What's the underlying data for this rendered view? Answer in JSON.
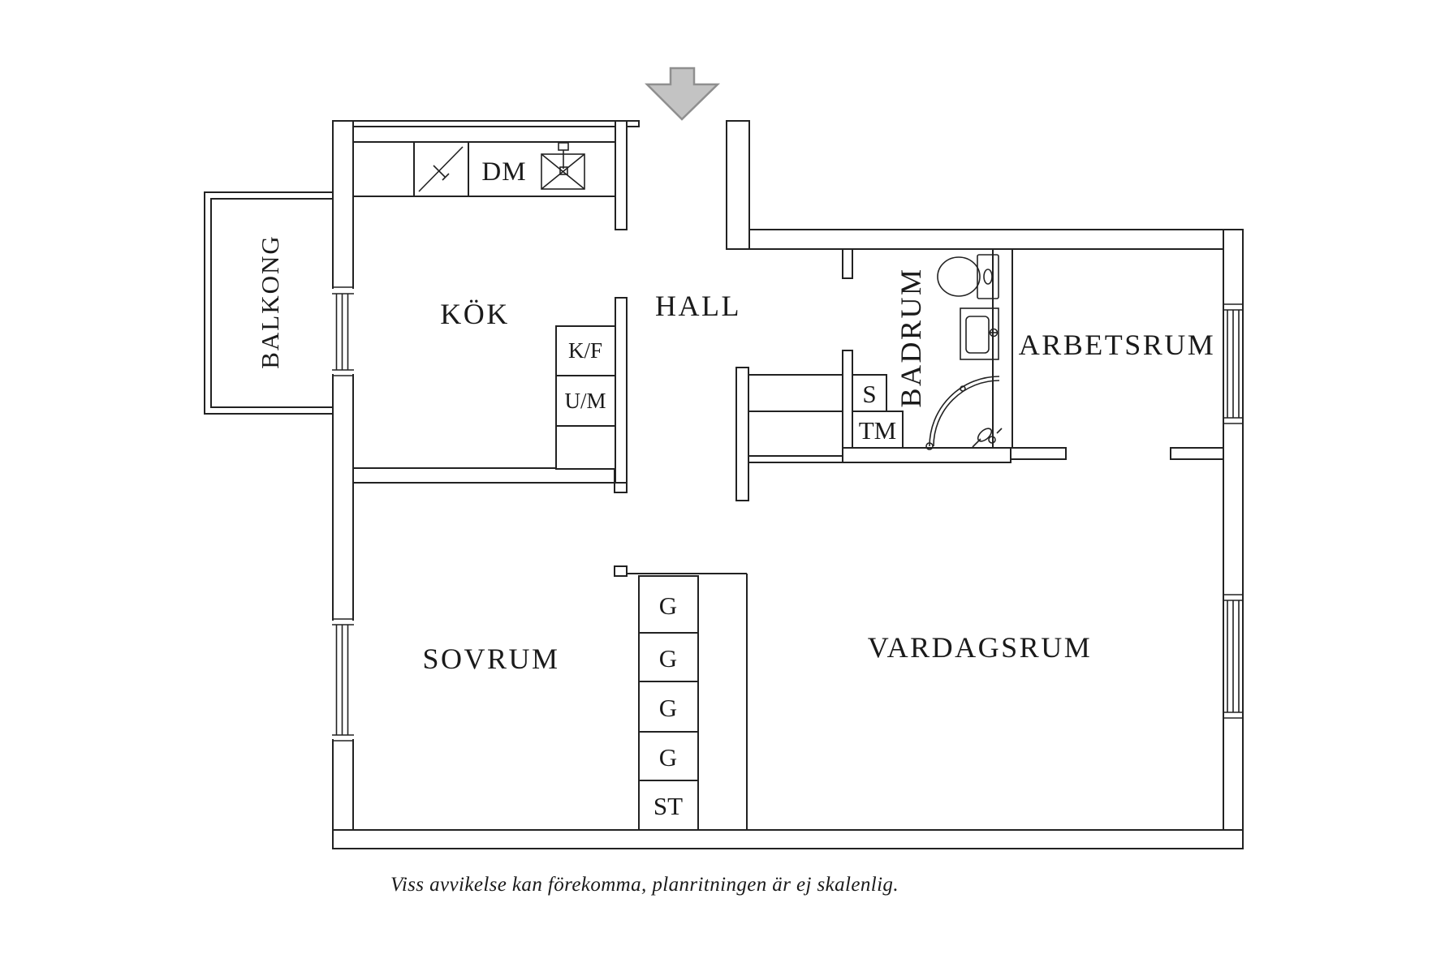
{
  "colors": {
    "background": "#ffffff",
    "line": "#222222",
    "text": "#1a1a1a",
    "arrow_fill": "#c3c3c3",
    "arrow_stroke": "#8f8f8f"
  },
  "rooms": {
    "balcony": "BALKONG",
    "kitchen": "KÖK",
    "hall": "HALL",
    "bathroom": "BADRUM",
    "office": "ARBETSRUM",
    "bedroom": "SOVRUM",
    "living_room": "VARDAGSRUM"
  },
  "fixtures": {
    "dishwasher": "DM",
    "fridge_freezer": "K/F",
    "oven_microwave": "U/M",
    "cabinet": "S",
    "washing_machine": "TM"
  },
  "closets": {
    "labels": [
      "G",
      "G",
      "G",
      "G",
      "ST"
    ]
  },
  "caption": "Viss avvikelse kan förekomma, planritningen är ej skalenlig."
}
